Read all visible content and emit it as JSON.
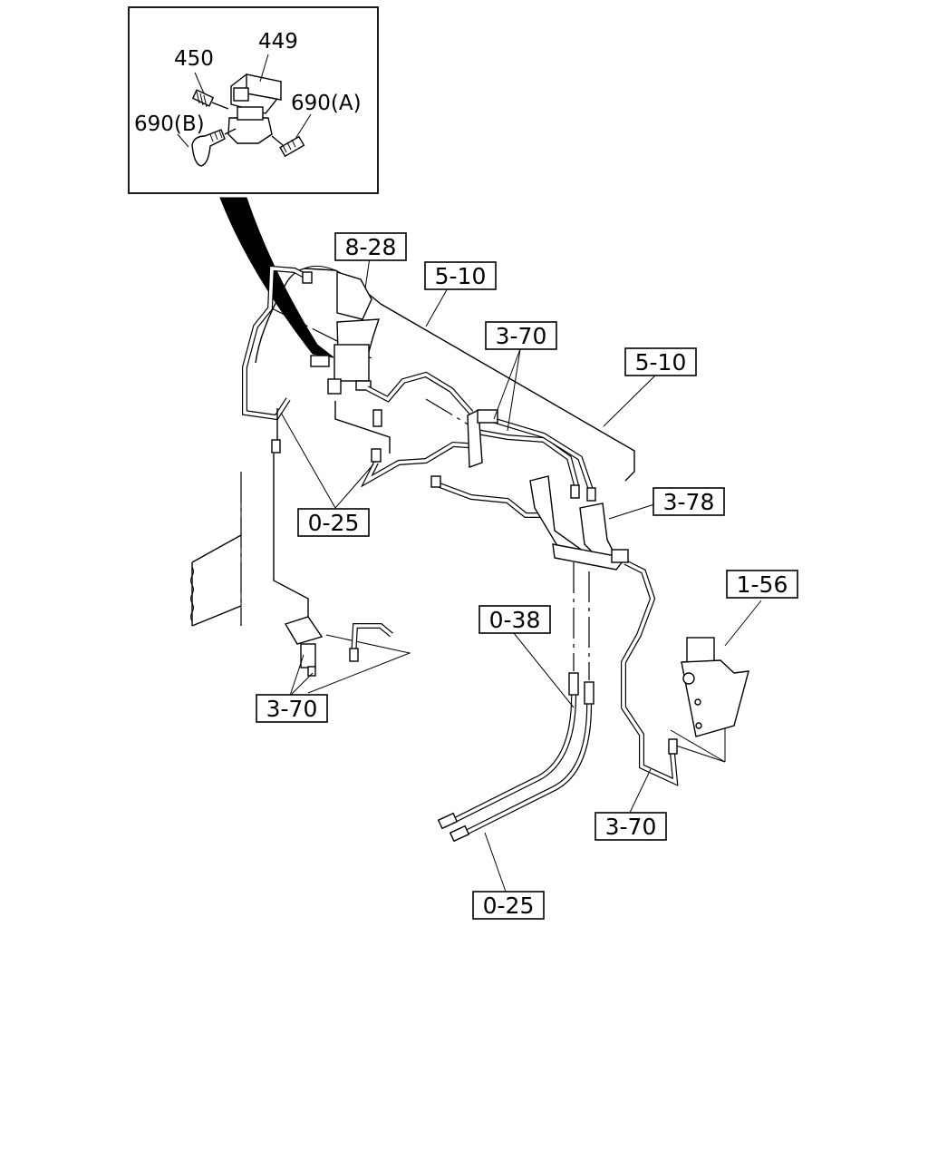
{
  "inset": {
    "callouts": {
      "part_449": "449",
      "part_450": "450",
      "part_690a": "690(A)",
      "part_690b": "690(B)"
    }
  },
  "references": {
    "ref_8_28": "8-28",
    "ref_5_10_a": "5-10",
    "ref_5_10_b": "5-10",
    "ref_3_70_top": "3-70",
    "ref_3_78": "3-78",
    "ref_0_25_left": "0-25",
    "ref_1_56": "1-56",
    "ref_0_38": "0-38",
    "ref_3_70_left": "3-70",
    "ref_3_70_right": "3-70",
    "ref_0_25_bottom": "0-25"
  },
  "icons": [
    "solenoid-valve-icon",
    "fitting-icon",
    "elbow-fitting-icon",
    "bracket-icon",
    "hose-icon"
  ]
}
